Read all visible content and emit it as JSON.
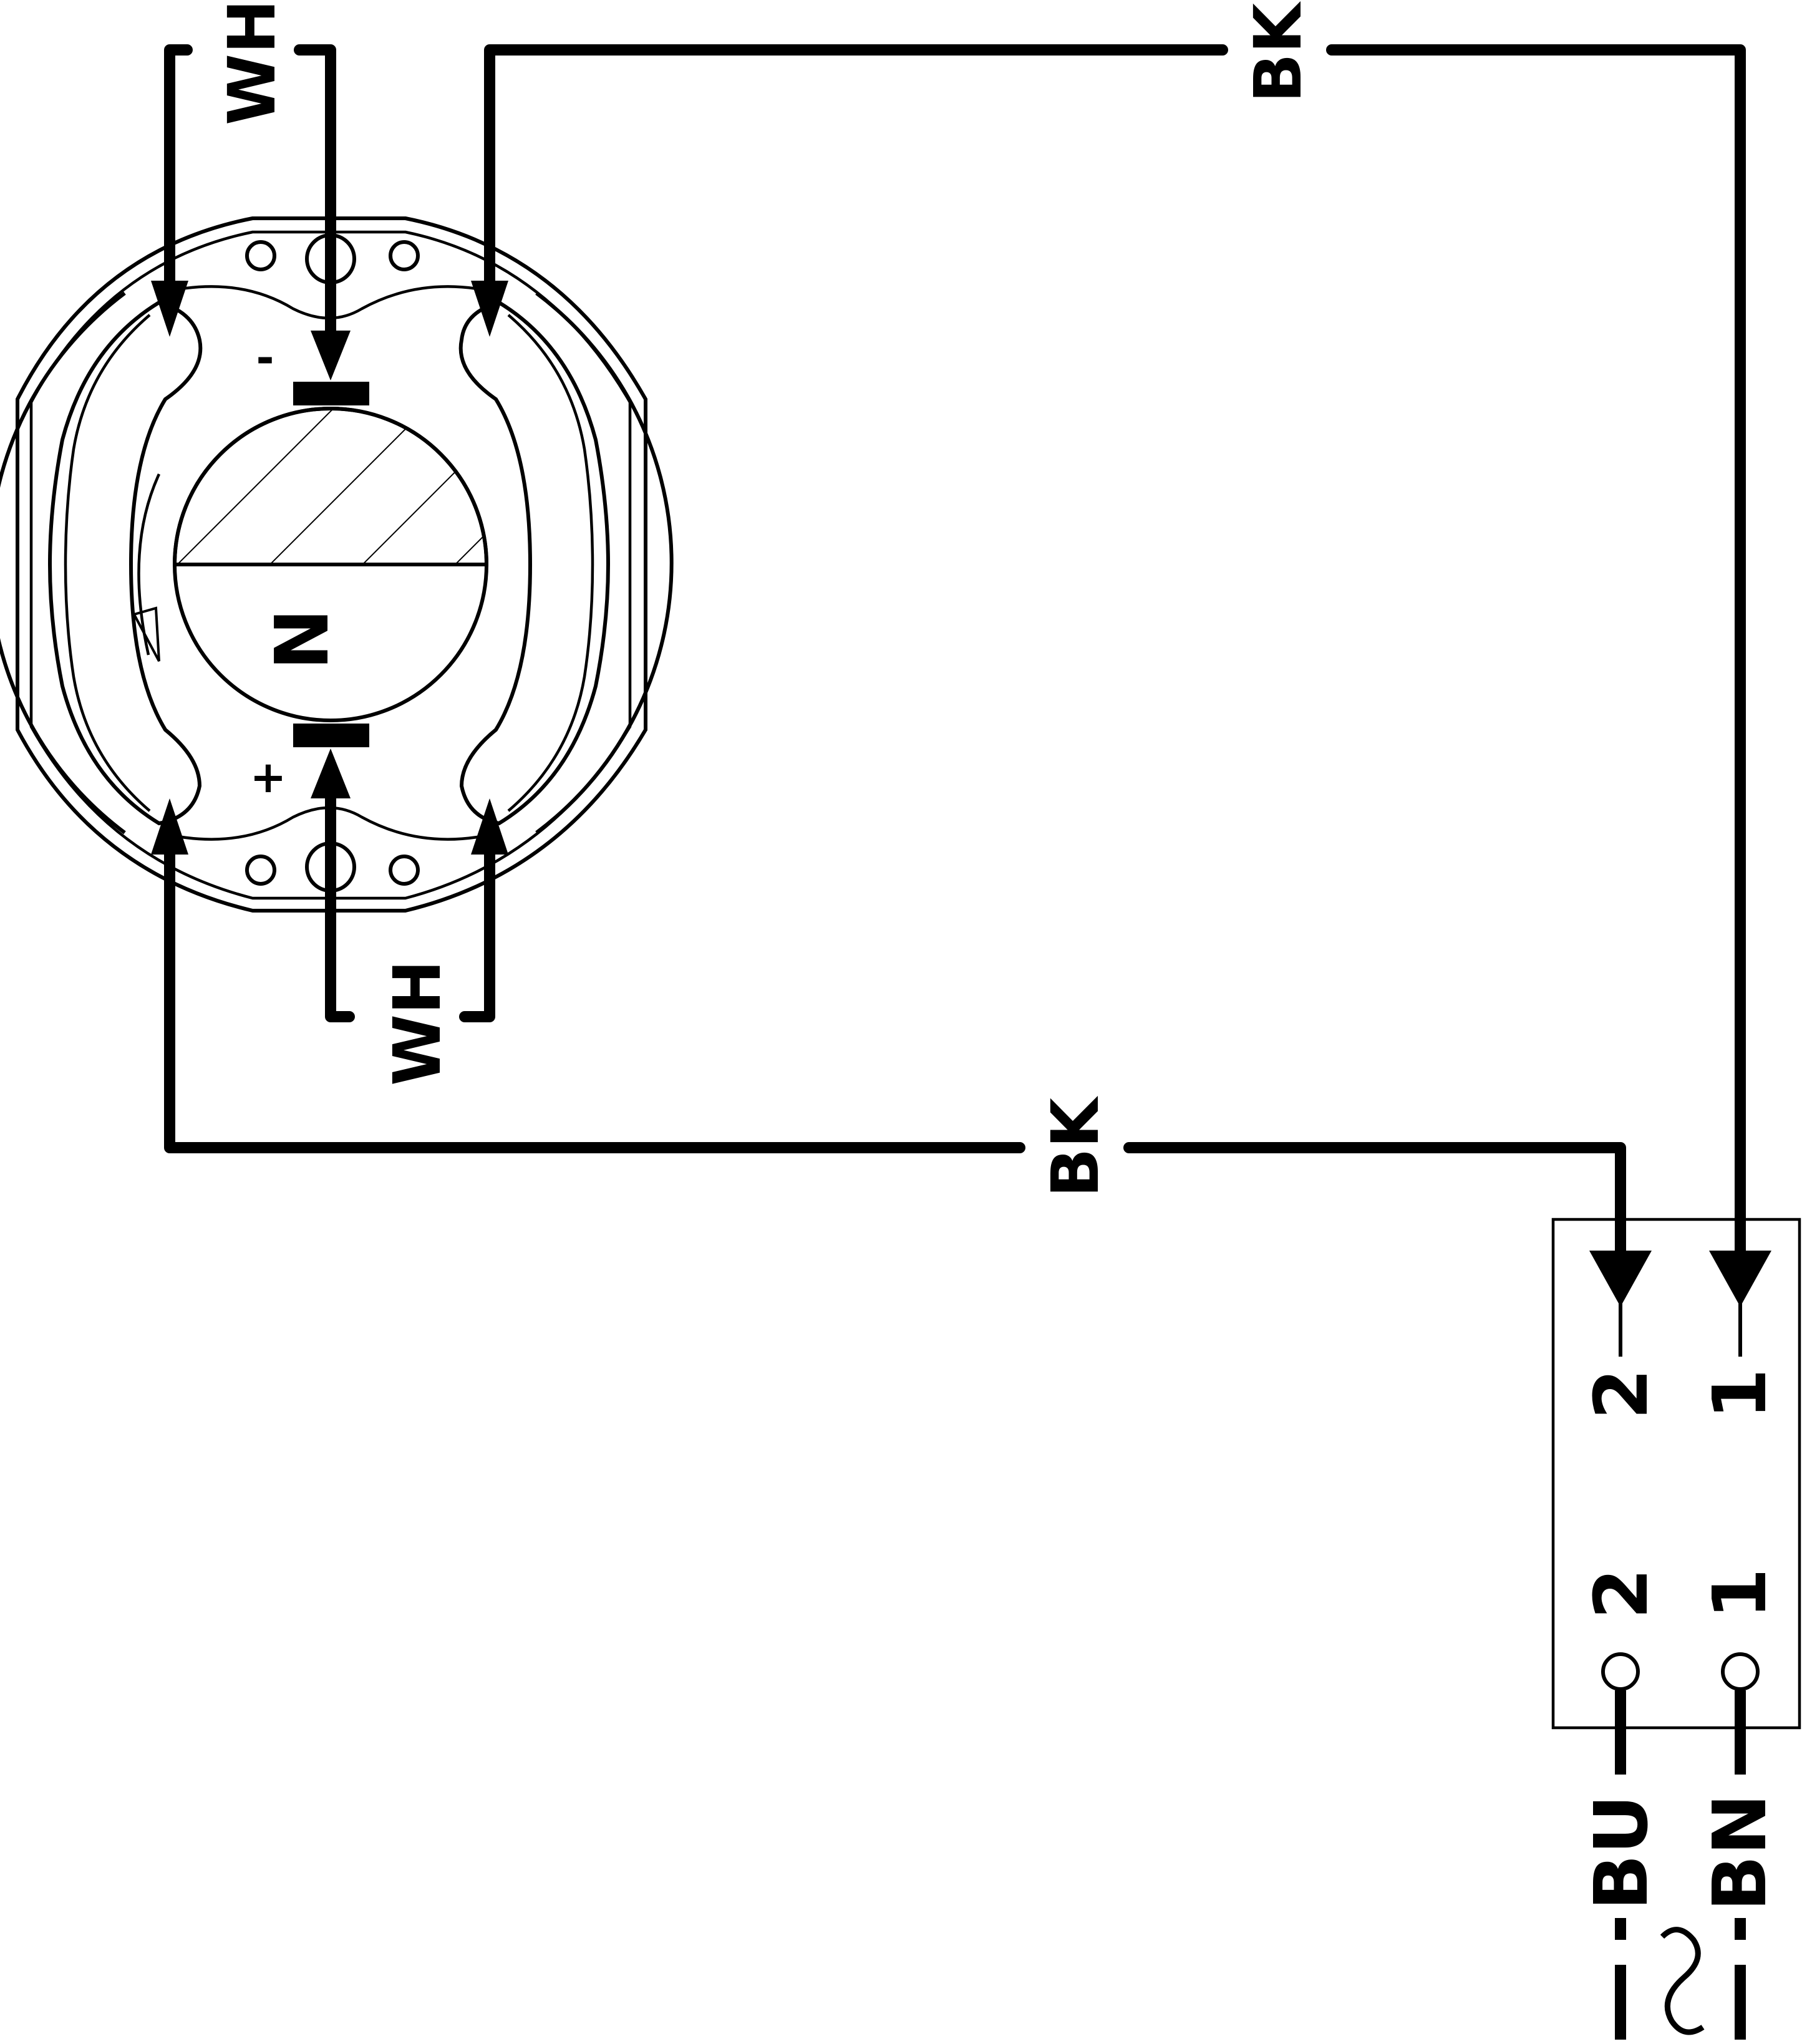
{
  "diagram": {
    "motor": {
      "pole_label": "N",
      "brush_top_polarity": "-",
      "brush_bottom_polarity": "+"
    },
    "wires": {
      "top_white": "WH",
      "bottom_white": "WH",
      "top_black": "BK",
      "bottom_black": "BK"
    },
    "terminal_block": {
      "upper_left_pin": "2",
      "upper_right_pin": "1",
      "lower_left_pin": "2",
      "lower_right_pin": "1"
    },
    "supply": {
      "left_conductor": "BU",
      "right_conductor": "BN",
      "ac_symbol": "~"
    }
  }
}
